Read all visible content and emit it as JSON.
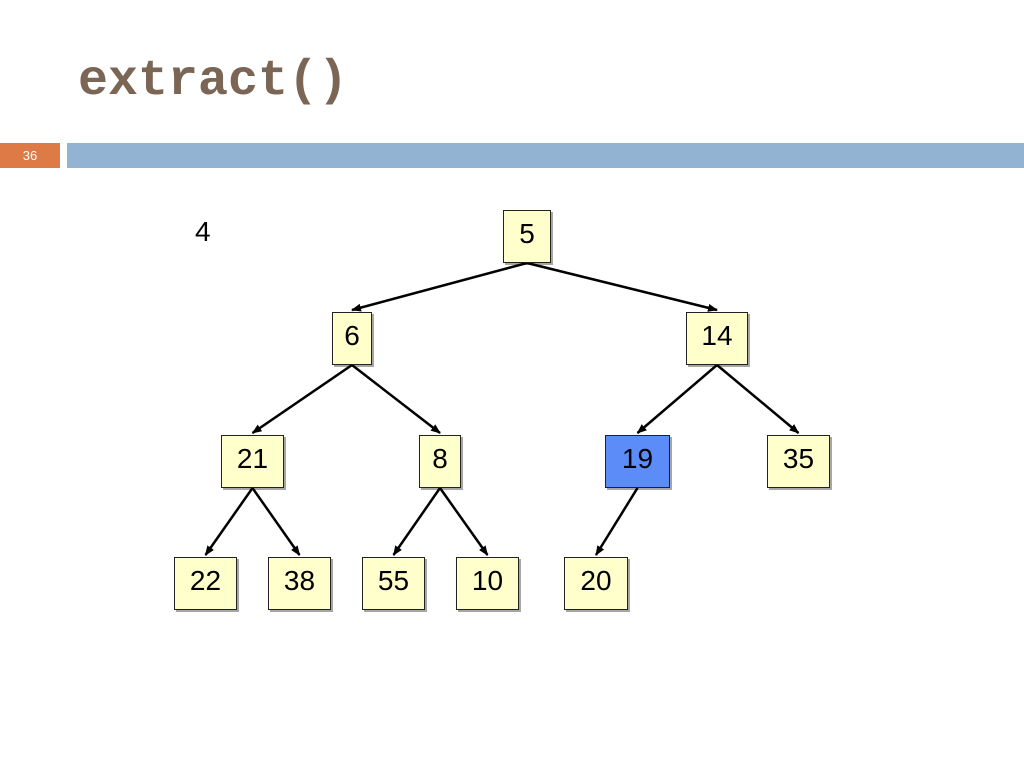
{
  "slide": {
    "title": "extract()",
    "number": "36"
  },
  "extracted_value": "4",
  "colors": {
    "node_fill": "#ffffcc",
    "highlight_fill": "#5b8cf8",
    "title_color": "#7b6656",
    "slide_number_bg": "#dd7a45",
    "header_bar": "#92b4d2"
  },
  "tree": {
    "nodes": [
      {
        "id": "n5",
        "label": "5",
        "highlighted": false
      },
      {
        "id": "n6",
        "label": "6",
        "highlighted": false
      },
      {
        "id": "n14",
        "label": "14",
        "highlighted": false
      },
      {
        "id": "n21",
        "label": "21",
        "highlighted": false
      },
      {
        "id": "n8",
        "label": "8",
        "highlighted": false
      },
      {
        "id": "n19",
        "label": "19",
        "highlighted": true
      },
      {
        "id": "n35",
        "label": "35",
        "highlighted": false
      },
      {
        "id": "n22",
        "label": "22",
        "highlighted": false
      },
      {
        "id": "n38",
        "label": "38",
        "highlighted": false
      },
      {
        "id": "n55",
        "label": "55",
        "highlighted": false
      },
      {
        "id": "n10",
        "label": "10",
        "highlighted": false
      },
      {
        "id": "n20",
        "label": "20",
        "highlighted": false
      }
    ],
    "edges": [
      [
        "n5",
        "n6"
      ],
      [
        "n5",
        "n14"
      ],
      [
        "n6",
        "n21"
      ],
      [
        "n6",
        "n8"
      ],
      [
        "n14",
        "n19"
      ],
      [
        "n14",
        "n35"
      ],
      [
        "n21",
        "n22"
      ],
      [
        "n21",
        "n38"
      ],
      [
        "n8",
        "n55"
      ],
      [
        "n8",
        "n10"
      ],
      [
        "n19",
        "n20"
      ]
    ]
  }
}
